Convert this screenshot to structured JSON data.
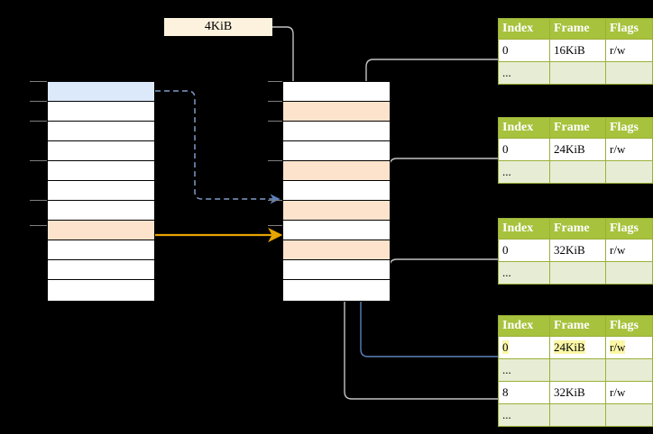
{
  "diagram": {
    "title": "page-table-translation-diagram",
    "size_label": "4KiB",
    "colors": {
      "header_green": "#a7c23c",
      "row_alt_green": "#e7edd4",
      "highlight_yellow": "#fbf7a6",
      "peach": "#fde3cc",
      "blue_fill": "#dce9fa",
      "orange_arrow": "#e8a400",
      "blue_arrow": "#6a8fc4",
      "gray_arrow": "#c0c0c0",
      "background": "#000000"
    },
    "virtual_column": {
      "name": "virtual-address-space",
      "rows": [
        {
          "fill": "blue"
        },
        {
          "fill": "white"
        },
        {
          "fill": "white"
        },
        {
          "fill": "white"
        },
        {
          "fill": "white"
        },
        {
          "fill": "white"
        },
        {
          "fill": "white"
        },
        {
          "fill": "white"
        },
        {
          "fill": "peach"
        },
        {
          "fill": "white"
        },
        {
          "fill": "white"
        },
        {
          "fill": "white"
        }
      ]
    },
    "physical_column": {
      "name": "physical-address-space",
      "rows": [
        {
          "fill": "white"
        },
        {
          "fill": "peach"
        },
        {
          "fill": "white"
        },
        {
          "fill": "white"
        },
        {
          "fill": "peach"
        },
        {
          "fill": "white"
        },
        {
          "fill": "peach"
        },
        {
          "fill": "white"
        },
        {
          "fill": "peach"
        },
        {
          "fill": "white"
        },
        {
          "fill": "white"
        },
        {
          "fill": "white"
        }
      ]
    },
    "tables": [
      {
        "name": "page-table-1",
        "headers": [
          "Index",
          "Frame",
          "Flags"
        ],
        "rows": [
          {
            "cells": [
              "0",
              "16KiB",
              "r/w"
            ],
            "alt": false,
            "highlight": false
          },
          {
            "cells": [
              "...",
              "",
              ""
            ],
            "alt": true,
            "highlight": false
          }
        ]
      },
      {
        "name": "page-table-2",
        "headers": [
          "Index",
          "Frame",
          "Flags"
        ],
        "rows": [
          {
            "cells": [
              "0",
              "24KiB",
              "r/w"
            ],
            "alt": false,
            "highlight": false
          },
          {
            "cells": [
              "...",
              "",
              ""
            ],
            "alt": true,
            "highlight": false
          }
        ]
      },
      {
        "name": "page-table-3",
        "headers": [
          "Index",
          "Frame",
          "Flags"
        ],
        "rows": [
          {
            "cells": [
              "0",
              "32KiB",
              "r/w"
            ],
            "alt": false,
            "highlight": false
          },
          {
            "cells": [
              "...",
              "",
              ""
            ],
            "alt": true,
            "highlight": false
          }
        ]
      },
      {
        "name": "page-table-4",
        "headers": [
          "Index",
          "Frame",
          "Flags"
        ],
        "rows": [
          {
            "cells": [
              "0",
              "24KiB",
              "r/w"
            ],
            "alt": false,
            "highlight": true
          },
          {
            "cells": [
              "...",
              "",
              ""
            ],
            "alt": true,
            "highlight": false
          },
          {
            "cells": [
              "8",
              "32KiB",
              "r/w"
            ],
            "alt": false,
            "highlight": false
          },
          {
            "cells": [
              "...",
              "",
              ""
            ],
            "alt": true,
            "highlight": false
          }
        ]
      }
    ]
  }
}
